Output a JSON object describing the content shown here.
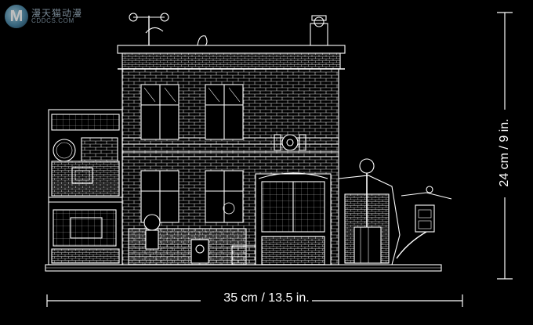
{
  "watermark": {
    "logo_letter": "M",
    "name": "漫天猫动漫",
    "site": "CDDCS.COM"
  },
  "dimensions": {
    "width_label": "35 cm / 13.5 in.",
    "height_label": "24 cm / 9 in."
  },
  "colors": {
    "background": "#000000",
    "line": "#ffffff"
  }
}
